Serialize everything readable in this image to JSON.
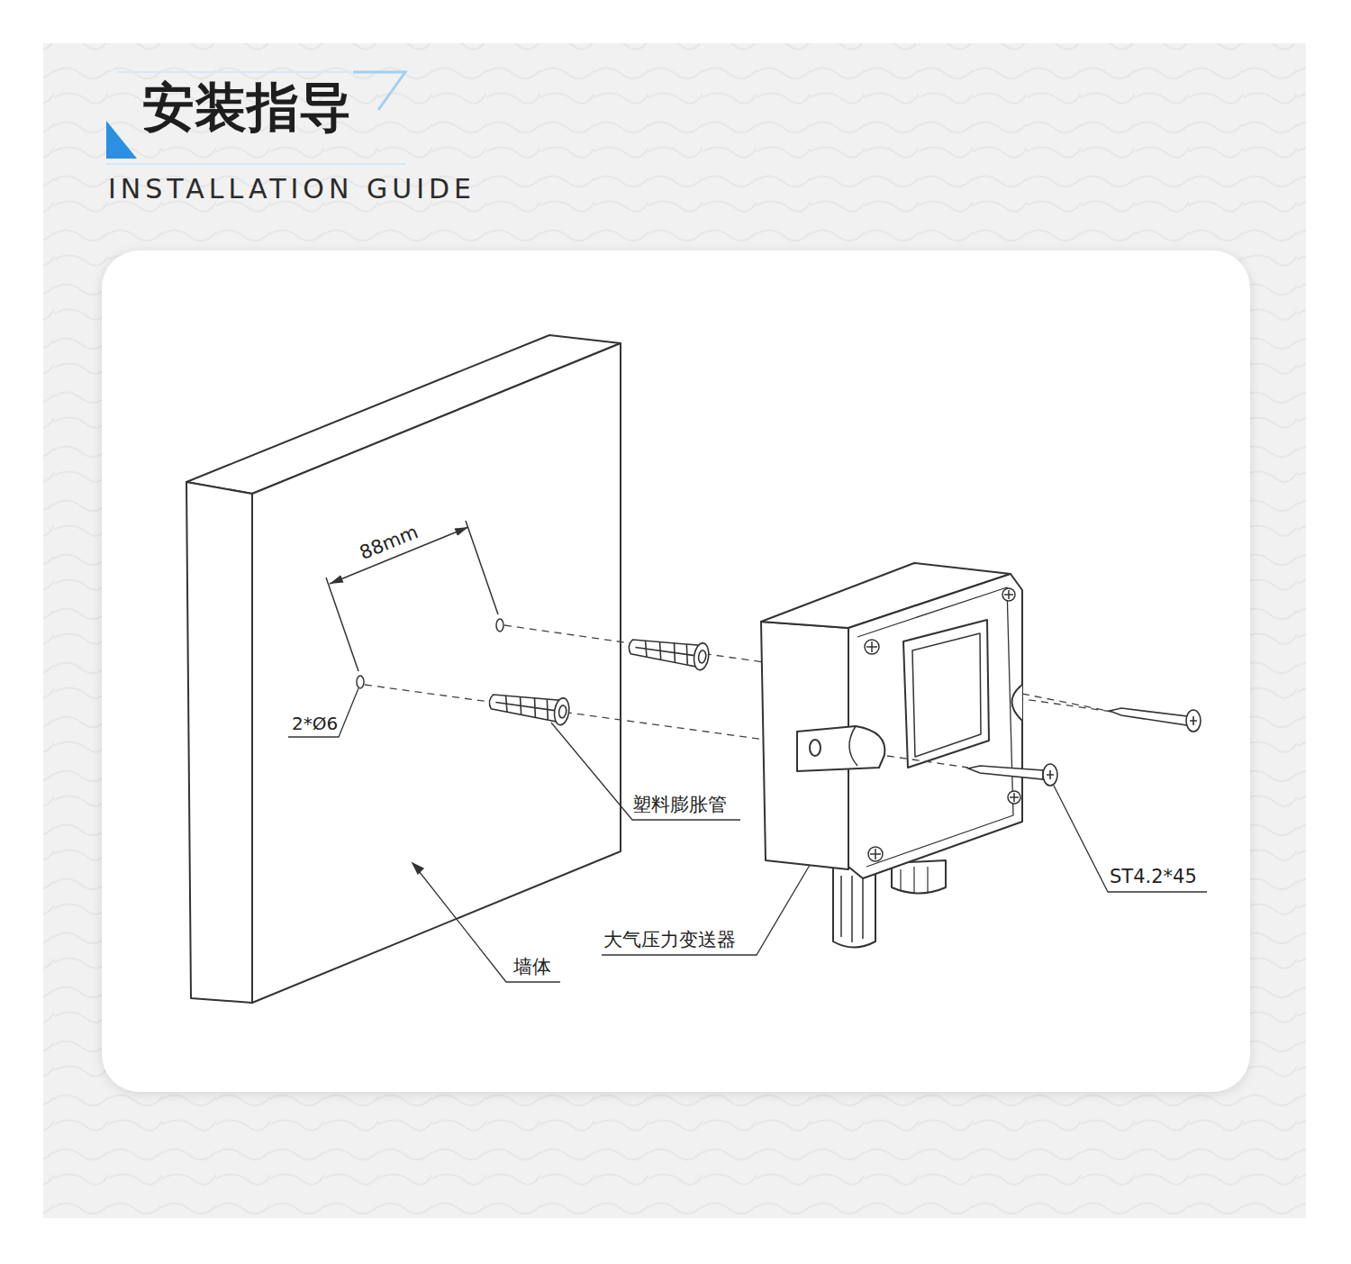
{
  "diagram": {
    "title": "安装指导",
    "labels": [
      "INSTALLATION GUIDE",
      "88mm",
      "2*Ø6",
      "塑料膨胀管",
      "ST4.2*45",
      "大气压力变送器",
      "墙体"
    ]
  }
}
